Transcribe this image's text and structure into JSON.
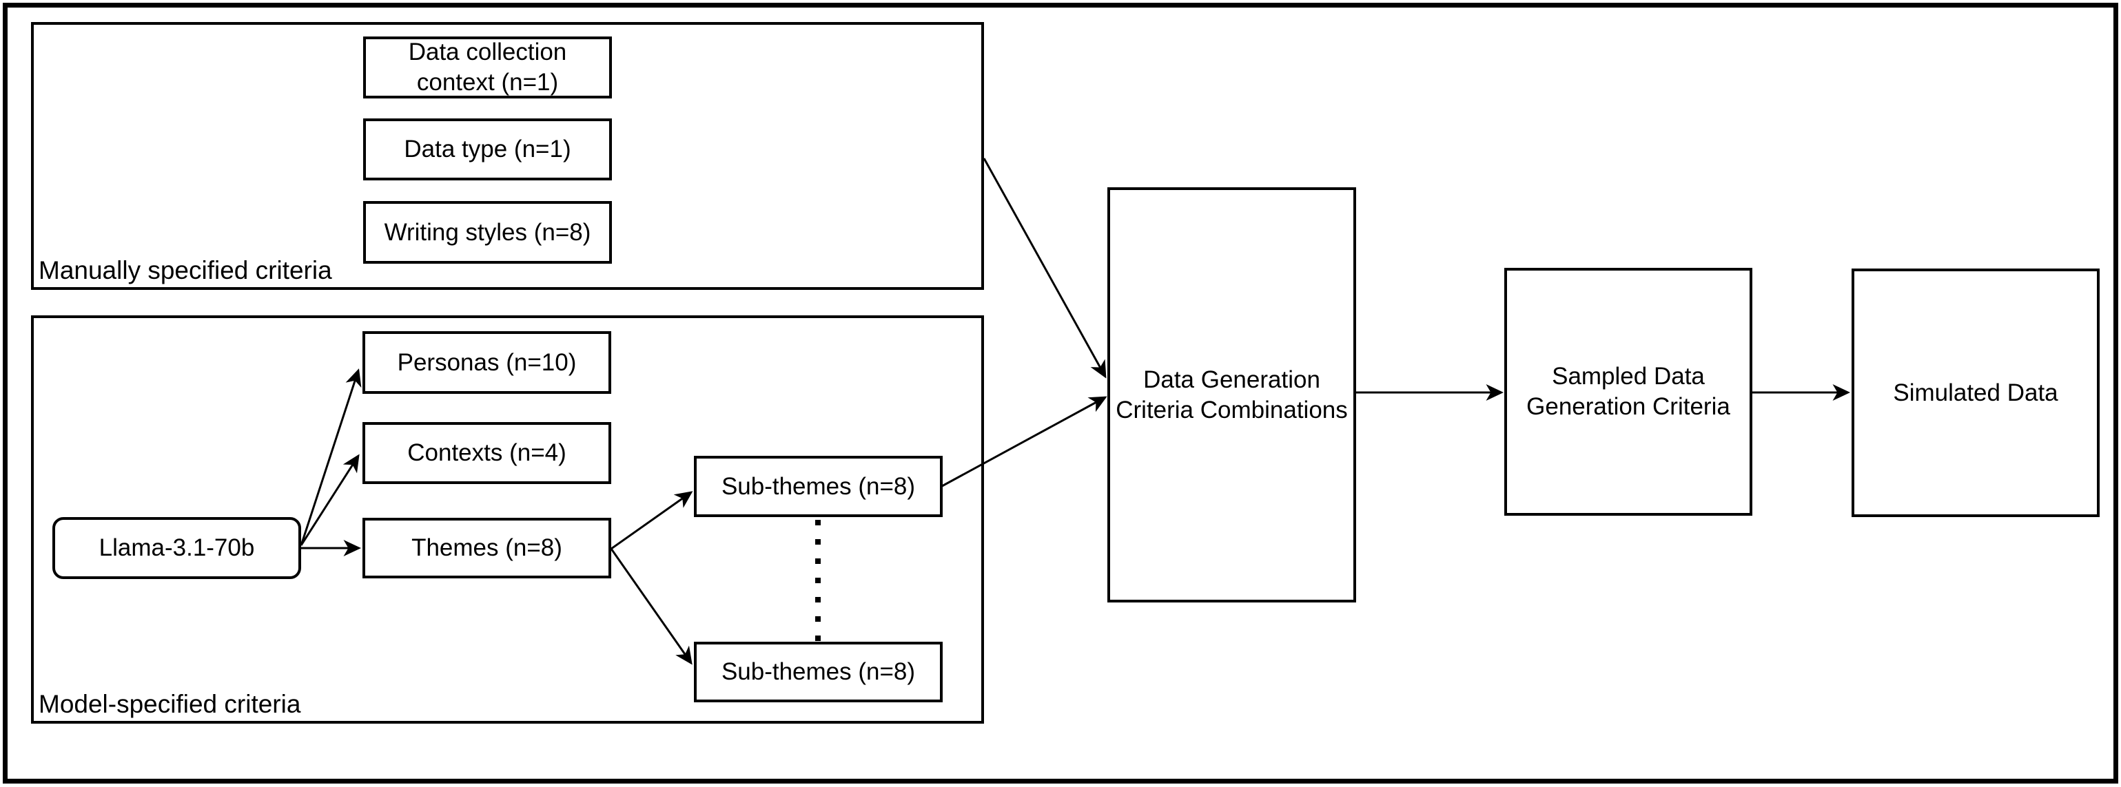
{
  "diagram": {
    "containers": {
      "manual": {
        "label": "Manually specified criteria"
      },
      "model": {
        "label": "Model-specified criteria"
      }
    },
    "nodes": {
      "data_collection": {
        "line1": "Data collection",
        "line2": "context (n=1)"
      },
      "data_type": {
        "label": "Data type (n=1)"
      },
      "writing_styles": {
        "label": "Writing styles (n=8)"
      },
      "personas": {
        "label": "Personas (n=10)"
      },
      "contexts": {
        "label": "Contexts (n=4)"
      },
      "themes": {
        "label": "Themes (n=8)"
      },
      "llama": {
        "label": "Llama-3.1-70b"
      },
      "subthemes_top": {
        "label": "Sub-themes (n=8)"
      },
      "subthemes_bottom": {
        "label": "Sub-themes (n=8)"
      },
      "combinations": {
        "line1": "Data Generation",
        "line2": "Criteria Combinations"
      },
      "sampled": {
        "line1": "Sampled Data",
        "line2": "Generation Criteria"
      },
      "simulated": {
        "label": "Simulated Data"
      }
    },
    "colors": {
      "stroke": "#000000",
      "background": "#ffffff"
    }
  }
}
